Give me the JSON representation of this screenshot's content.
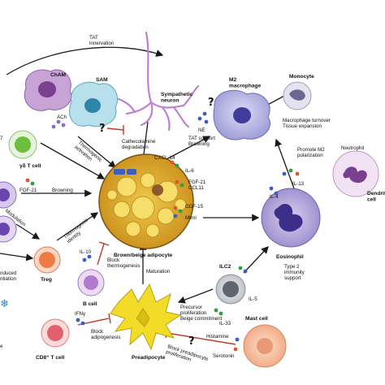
{
  "labels": {
    "tat_innervation": "TAT\ninnervation",
    "cham": "ChAM",
    "ach": "ACh",
    "sam": "SAM",
    "sympathetic_neuron": "Sympathetic\nneuron",
    "cathecolamine_degradation": "Cathecolamine\ndegradation",
    "ne": "NE",
    "q1": "?",
    "q2": "?",
    "q3": "?",
    "m2_macrophage": "M2\nmacrophage",
    "monocyte": "Monocyte",
    "macrophage_turnover": "Macrophage turnover\nTissue expansion",
    "tat_support": "TAT support\nBrowning",
    "seven": "7",
    "gd_tcell": "γδ T cell",
    "thermogenic_activation": "Thermogenic\nactivation",
    "cxcl14": "CXCL-14",
    "il6": "IL-6",
    "fgf21_ccl11": "FGF-21\nCCL11",
    "fgf21": "FGF-21",
    "browning": "Browning",
    "promote_m2": "Promote M2\npolarization",
    "il13": "IL-13",
    "il4": "IL-4",
    "neutrophil": "Neutrophil",
    "dendritic": "Dendriti\ncell",
    "gdf15": "GDF-15",
    "mtrnl": "Mtrnl",
    "modulation": "Modulation",
    "thermogenic_identity": "Thermogenic\nidentity",
    "brown_beige": "Brown/beige adipocyte",
    "eosinophil": "Eosinophil",
    "il10": "IL-10",
    "block_thermogenesis": "Block\nthermogenesis",
    "treg": "Treg",
    "bcell": "B cell",
    "maturation": "Maturation",
    "ilc2": "ILC2",
    "type2": "Type 2\nimmunity\nsupport",
    "il5": "IL-5",
    "induced": "nduced\nntiation",
    "ifng": "IFNγ",
    "precursor": "Precursor\nproliferation\nBeige commitment",
    "il33": "IL-33",
    "mast_cell": "Mast cell",
    "block_adipogenesis": "Block\nadipogenesis",
    "histamine": "Histamine",
    "cd8": "CD8⁺ T cell",
    "preadipocyte": "Preadipocyte",
    "block_preadipocyte": "Block preadipocyte\nproliferation",
    "serotonin": "Serotonin",
    "e_frag": "e"
  },
  "colors": {
    "arrow": "#1a1a1a",
    "inhibit": "#c0392b",
    "adipocyte_fill": "#d9a92a",
    "adipocyte_droplet": "#f3d45a",
    "macrophage": "#b7b6e3",
    "cham": "#c8a3d6",
    "sam": "#b8e0ec",
    "eosinophil": "#b0a4d6",
    "mast": "#f5c6a8",
    "preadipocyte": "#f2dc28",
    "treg": "#f28a5a",
    "bcell": "#c79ad8",
    "cd8": "#f09aa0",
    "ilc2": "#cfd3d8",
    "gd": "#9ed878",
    "neutrophil": "#e6d0ea"
  }
}
